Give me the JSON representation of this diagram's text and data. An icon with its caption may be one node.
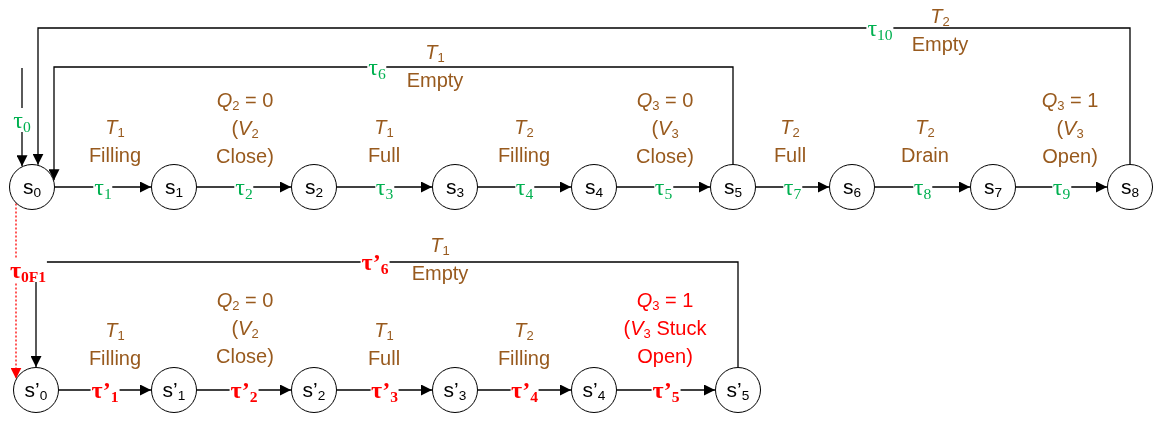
{
  "diagram": {
    "nodes": [
      {
        "text": [
          "s$_{0}$"
        ]
      },
      {
        "text": [
          "s$_{1}$"
        ]
      },
      {
        "text": [
          "s$_{2}$"
        ]
      },
      {
        "text": [
          "s$_{3}$"
        ]
      },
      {
        "text": [
          "s$_{4}$"
        ]
      },
      {
        "text": [
          "s$_{5}$"
        ]
      },
      {
        "text": [
          "s$_{6}$"
        ]
      },
      {
        "text": [
          "s$_{7}$"
        ]
      },
      {
        "text": [
          "s$_{8}$"
        ]
      },
      {
        "text": [
          "s’$_{0}$"
        ]
      },
      {
        "text": [
          "s’$_{1}$"
        ]
      },
      {
        "text": [
          "s’$_{2}$"
        ]
      },
      {
        "text": [
          "s’$_{3}$"
        ]
      },
      {
        "text": [
          "s’$_{4}$"
        ]
      },
      {
        "text": [
          "s’$_{5}$"
        ]
      }
    ],
    "edges": [
      {
        "from": null,
        "to": 0,
        "arrow": "to",
        "label": "τ$_{0}$"
      },
      {
        "from": 0,
        "to": 1,
        "arrow": "to",
        "label": "τ$_{1}$"
      },
      {
        "from": 1,
        "to": 2,
        "arrow": "to",
        "label": "τ$_{2}$"
      },
      {
        "from": 2,
        "to": 3,
        "arrow": "to",
        "label": "τ$_{3}$"
      },
      {
        "from": 3,
        "to": 4,
        "arrow": "to",
        "label": "τ$_{4}$"
      },
      {
        "from": 4,
        "to": 5,
        "arrow": "to",
        "label": "τ$_{5}$"
      },
      {
        "from": 5,
        "to": 6,
        "arrow": "to",
        "label": "τ$_{7}$"
      },
      {
        "from": 6,
        "to": 7,
        "arrow": "to",
        "label": "τ$_{8}$"
      },
      {
        "from": 7,
        "to": 8,
        "arrow": "to",
        "label": "τ$_{9}$"
      },
      {
        "from": 5,
        "to": 0,
        "arrow": "to",
        "label": "τ$_{6}$"
      },
      {
        "from": 8,
        "to": 0,
        "arrow": "to",
        "label": "τ$_{10}$"
      },
      {
        "from": 0,
        "to": 9,
        "arrow": "to",
        "label": "τ$_{0F1}$",
        "style": "dashed",
        "color": "#ff0000"
      },
      {
        "from": 9,
        "to": 10,
        "arrow": "to",
        "label": "τ’$_{1}$"
      },
      {
        "from": 10,
        "to": 11,
        "arrow": "to",
        "label": "τ’$_{2}$"
      },
      {
        "from": 11,
        "to": 12,
        "arrow": "to",
        "label": "τ’$_{3}$"
      },
      {
        "from": 12,
        "to": 13,
        "arrow": "to",
        "label": "τ’$_{4}$"
      },
      {
        "from": 13,
        "to": 14,
        "arrow": "to",
        "label": "τ’$_{5}$"
      },
      {
        "from": 14,
        "to": 9,
        "arrow": "to",
        "label": "τ’$_{6}$"
      }
    ],
    "labels": [
      "*T*$_{2}$ Empty",
      "*T*$_{1}$ Empty",
      "*Q*$_{2}$ = 0 (*V*$_{2}$ Close)",
      "*Q*$_{3}$ = 0 (*V*$_{3}$ Close)",
      "*Q*$_{3}$ = 1 (*V*$_{3}$ Open)",
      "*T*$_{1}$ Filling",
      "*T*$_{1}$ Full",
      "*T*$_{2}$ Filling",
      "*T*$_{2}$ Full",
      "*T*$_{2}$ Drain",
      "*T*$_{1}$ Empty",
      "*Q*$_{2}$ = 0 (*V*$_{2}$ Close)",
      "*Q*$_{3}$ = 1 (*V*$_{3}$ Stuck Open)",
      "*T*$_{1}$ Filling",
      "*T*$_{1}$ Full",
      "*T*$_{2}$ Filling"
    ]
  }
}
